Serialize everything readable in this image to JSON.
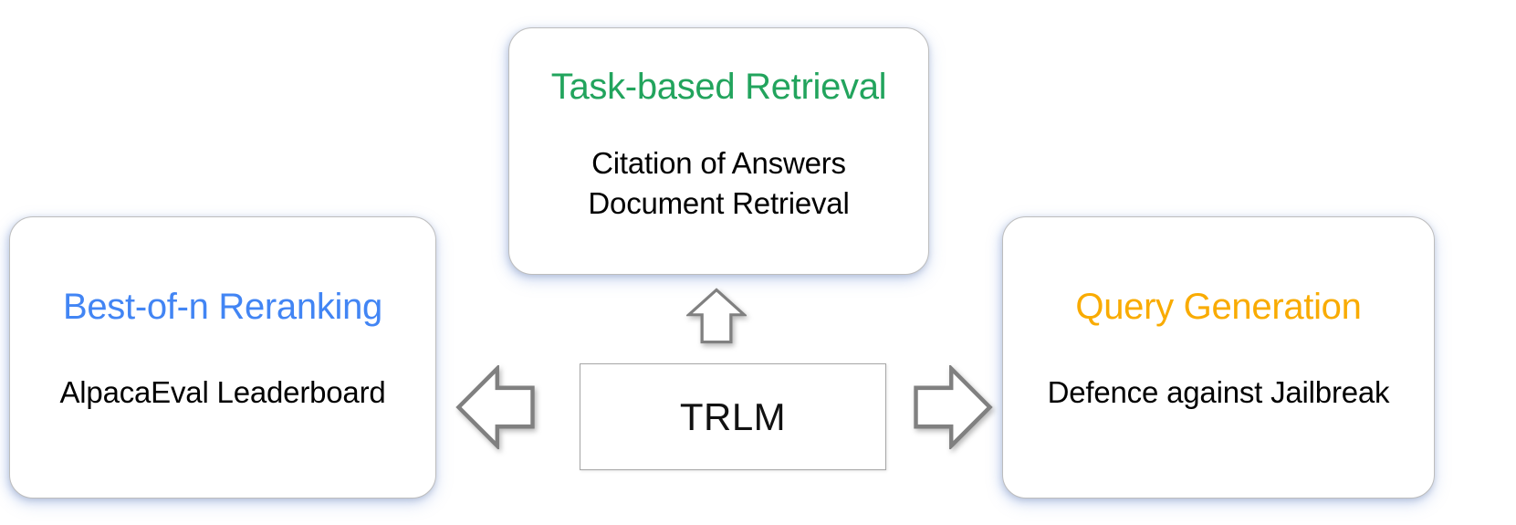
{
  "diagram": {
    "center": {
      "label": "TRLM"
    },
    "nodes": [
      {
        "id": "task-based-retrieval",
        "position": "top",
        "title": "Task-based Retrieval",
        "title_color": "#22A45D",
        "body_line_1": "Citation of Answers",
        "body_line_2": "Document Retrieval"
      },
      {
        "id": "best-of-n-reranking",
        "position": "left",
        "title": "Best-of-n Reranking",
        "title_color": "#4285F4",
        "body_line_1": "AlpacaEval Leaderboard"
      },
      {
        "id": "query-generation",
        "position": "right",
        "title": "Query Generation",
        "title_color": "#F9AB00",
        "body_line_1": "Defence against Jailbreak"
      }
    ],
    "arrows": [
      {
        "id": "arrow-up",
        "direction": "up",
        "from": "TRLM",
        "to": "Task-based Retrieval"
      },
      {
        "id": "arrow-left",
        "direction": "left",
        "from": "TRLM",
        "to": "Best-of-n Reranking"
      },
      {
        "id": "arrow-right",
        "direction": "right",
        "from": "TRLM",
        "to": "Query Generation"
      }
    ],
    "colors": {
      "background": "#FFFFFF",
      "body_text": "#000000",
      "card_border": "#BDBDBD",
      "center_border": "#A6A6A6",
      "arrow_fill": "#FFFFFF",
      "arrow_stroke": "#808080"
    }
  }
}
